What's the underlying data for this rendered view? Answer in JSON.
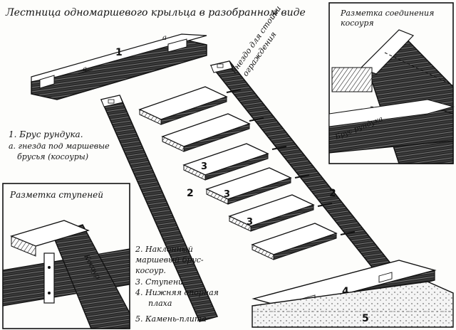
{
  "title": "Лестница одномаршевого крыльца в разобранном виде",
  "inset_top_right": {
    "title_line1": "Разметка соединения",
    "title_line2": "косоуря",
    "beam_label": "Брус рундука"
  },
  "inset_bottom_left": {
    "title": "Разметка ступеней",
    "beam_label": "Косоур"
  },
  "socket_label_line1": "Гнездо для стойки",
  "socket_label_line2": "ограждения",
  "part_numbers": {
    "one": "1",
    "two": "2",
    "three": "3",
    "four": "4",
    "five": "5"
  },
  "joint_marks": {
    "a": "а"
  },
  "legend_left": [
    "1. Брус рундука.",
    "а. гнезда под маршевые",
    "брусья (косоуры)"
  ],
  "legend_bottom": [
    "2. Наклонный",
    "маршевый брус-",
    "косоур.",
    "3. Ступени",
    "4. Нижняя опорная",
    "плаха",
    "5. Камень-плита"
  ]
}
